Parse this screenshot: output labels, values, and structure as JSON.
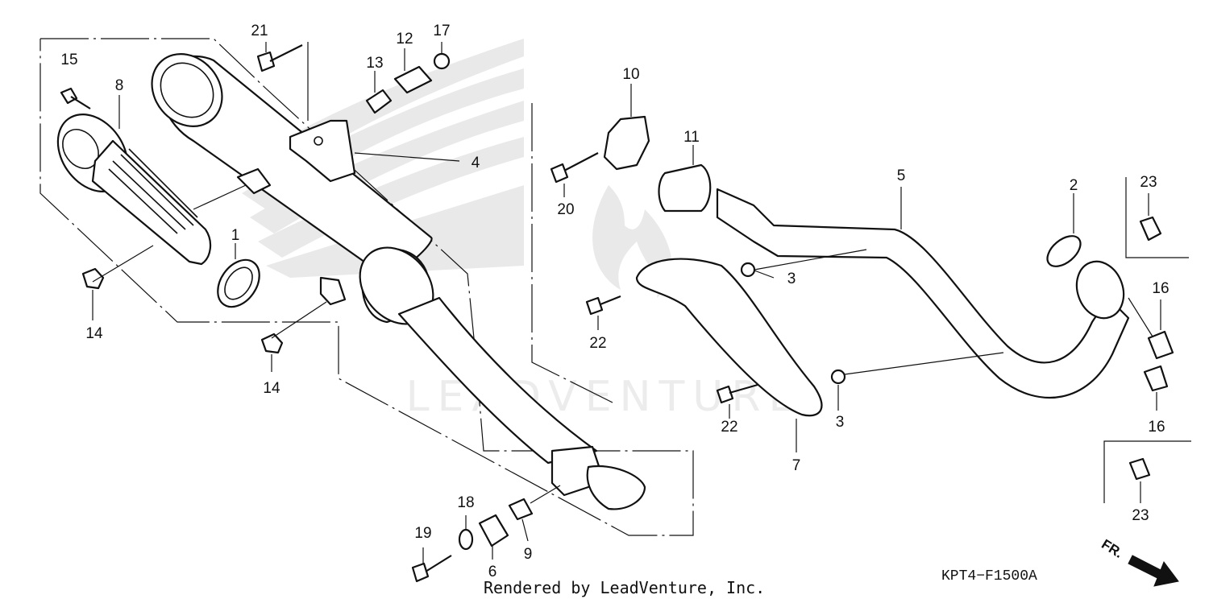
{
  "watermark": {
    "brand_text": "LEADVENTURE"
  },
  "footer": {
    "credit": "Rendered by LeadVenture, Inc.",
    "diagram_code": "KPT4−F1500A"
  },
  "direction": {
    "label": "FR.",
    "icon": "arrow-front-icon"
  },
  "callouts": {
    "c15": "15",
    "c8": "8",
    "c21": "21",
    "c13": "13",
    "c12": "12",
    "c17": "17",
    "c4": "4",
    "c1": "1",
    "c14a": "14",
    "c14b": "14",
    "c10": "10",
    "c20": "20",
    "c11": "11",
    "c5": "5",
    "c2": "2",
    "c23a": "23",
    "c3a": "3",
    "c22a": "22",
    "c16a": "16",
    "c16b": "16",
    "c22b": "22",
    "c3b": "3",
    "c7": "7",
    "c23b": "23",
    "c19": "19",
    "c18": "18",
    "c6": "6",
    "c9": "9"
  },
  "colors": {
    "line": "#111111",
    "watermark": "#e6e6e6"
  }
}
